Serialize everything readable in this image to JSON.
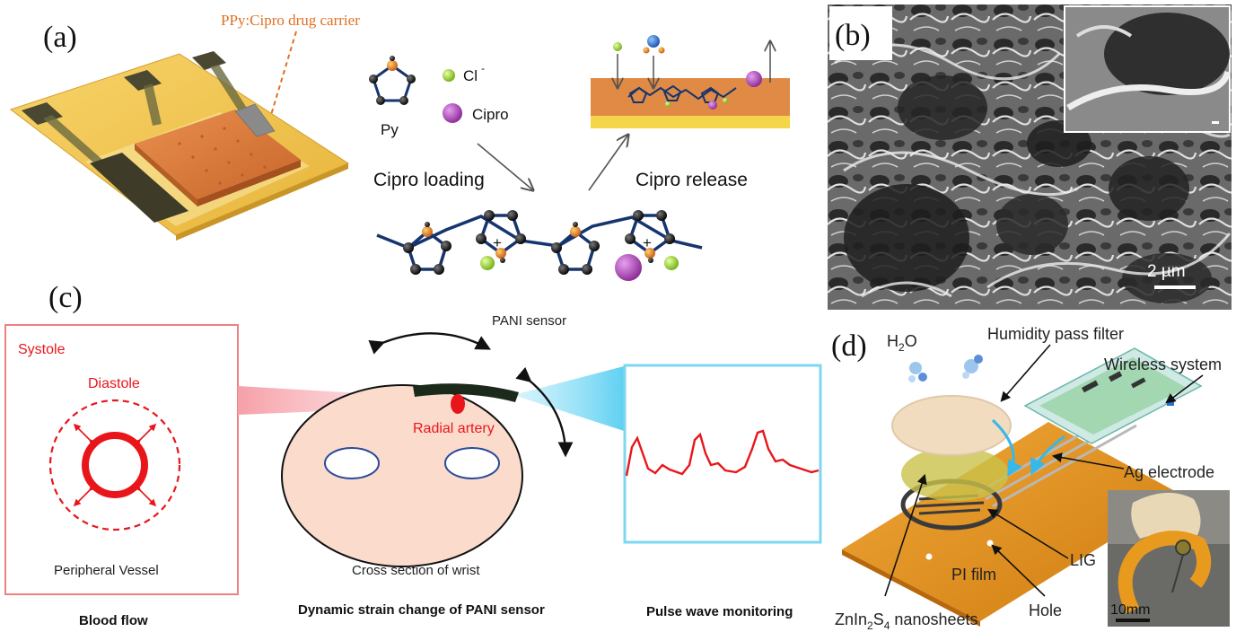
{
  "panels": {
    "a": {
      "label": "(a)",
      "device_callout": "PPy:Cipro drug carrier",
      "legend_cl": "Cl",
      "legend_cl_sup": "-",
      "legend_cipro": "Cipro",
      "monomer": "Py",
      "loading": "Cipro loading",
      "release": "Cipro release",
      "charge_sign": "+"
    },
    "b": {
      "label": "(b)",
      "scalebar": "2 µm"
    },
    "c": {
      "label": "(c)",
      "systole": "Systole",
      "diastole": "Diastole",
      "vessel": "Peripheral Vessel",
      "blood_flow": "Blood flow",
      "sensor": "PANI sensor",
      "artery": "Radial artery",
      "cross_section": "Cross section of wrist",
      "dynamic": "Dynamic strain change of PANI sensor",
      "pulse": "Pulse wave monitoring"
    },
    "d": {
      "label": "(d)",
      "water_H": "H",
      "water_sub": "2",
      "water_O": "O",
      "filter": "Humidity pass filter",
      "wireless": "Wireless system",
      "ag": "Ag electrode",
      "lig": "LIG",
      "pi": "PI film",
      "hole": "Hole",
      "nano_pre": "ZnIn",
      "nano_s2": "2",
      "nano_mid": "S",
      "nano_s4": "4",
      "nano_post": " nanosheets",
      "scalebar": "10mm"
    }
  },
  "colors": {
    "device_gold": "#f2c44a",
    "ppy_orange": "#e0813c",
    "cl_green": "#8fcf2a",
    "cipro_purple": "#a53dae",
    "vessel_red": "#e8161b",
    "skin": "#fbdccc",
    "pulse_frame": "#7ed7f0",
    "pi_film": "#e89a1e"
  }
}
